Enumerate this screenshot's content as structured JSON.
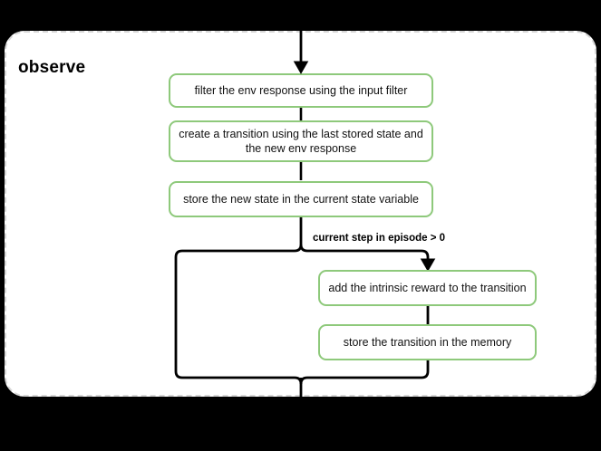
{
  "diagram": {
    "type": "flowchart",
    "title": "observe",
    "background_color": "#000000",
    "container": {
      "label": "observe",
      "fill": "#ffffff",
      "border_color": "#d6d6d6",
      "border_style": "dashed"
    },
    "node_style": {
      "border_color": "#8ec97b",
      "fill": "#ffffff",
      "text_color": "#111111"
    },
    "edge_color": "#000000",
    "nodes": [
      {
        "id": "filter-env-response",
        "label": "filter the env response using the input filter"
      },
      {
        "id": "create-transition",
        "label": "create a transition using the last stored state and the new env response"
      },
      {
        "id": "store-new-state",
        "label": "store the new state in the current state variable"
      },
      {
        "id": "add-intrinsic-reward",
        "label": "add the intrinsic reward to the transition"
      },
      {
        "id": "store-transition",
        "label": "store the transition in the memory"
      }
    ],
    "edges": [
      {
        "id": "entry",
        "from": "external-input",
        "to": "filter-env-response",
        "label": ""
      },
      {
        "id": "filter-to-create",
        "from": "filter-env-response",
        "to": "create-transition",
        "label": ""
      },
      {
        "id": "create-to-store-state",
        "from": "create-transition",
        "to": "store-new-state",
        "label": ""
      },
      {
        "id": "branch-condition",
        "from": "store-new-state",
        "to": "add-intrinsic-reward",
        "label": "current step in episode > 0"
      },
      {
        "id": "branch-bypass",
        "from": "store-new-state",
        "to": "merge",
        "label": ""
      },
      {
        "id": "reward-to-memory",
        "from": "add-intrinsic-reward",
        "to": "store-transition",
        "label": ""
      },
      {
        "id": "memory-to-merge",
        "from": "store-transition",
        "to": "merge",
        "label": ""
      },
      {
        "id": "exit",
        "from": "merge",
        "to": "external-output",
        "label": ""
      }
    ]
  }
}
